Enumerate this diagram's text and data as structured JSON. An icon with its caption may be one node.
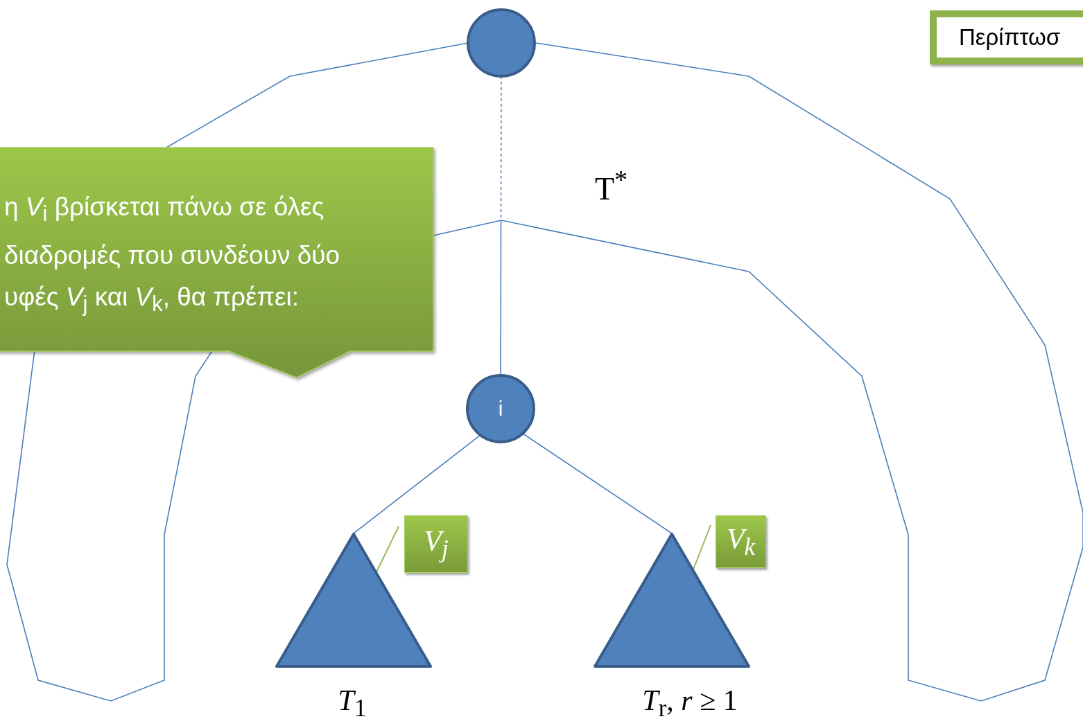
{
  "diagram": {
    "nodes": [
      {
        "text": [],
        "shape": "circle"
      },
      {
        "text": [
          "i"
        ]
      },
      {
        "text": [],
        "shape": "triangle",
        "beside": [
          "*T*$_{1}$"
        ]
      },
      {
        "text": [],
        "shape": "triangle",
        "beside": [
          "*T*$_{r}$, *r* ≥ 1"
        ]
      },
      {
        "text": [
          "*V*$_{j}$"
        ]
      },
      {
        "text": [
          "*V*$_{k}$"
        ]
      },
      {
        "text": [
          "η *V*$_{i}$ βρίσκεται πάνω σε όλες διαδρομές που συνδέουν δύο υφές *V*$_{j}$ και *V*$_{k}$, θα πρέπει:"
        ]
      },
      {
        "text": [
          "Περίπτωσ"
        ]
      }
    ],
    "edges": [
      {
        "from": 0,
        "to": 1,
        "arrow": "none",
        "style": "dashed"
      },
      {
        "from": 1,
        "to": 2,
        "arrow": "none"
      },
      {
        "from": 1,
        "to": 3,
        "arrow": "none"
      },
      {
        "from": 4,
        "to": 2,
        "arrow": "none",
        "color": "#9bbb59"
      },
      {
        "from": 5,
        "to": 3,
        "arrow": "none",
        "color": "#9bbb59"
      }
    ],
    "labels": [
      "T$^{*}$"
    ]
  }
}
